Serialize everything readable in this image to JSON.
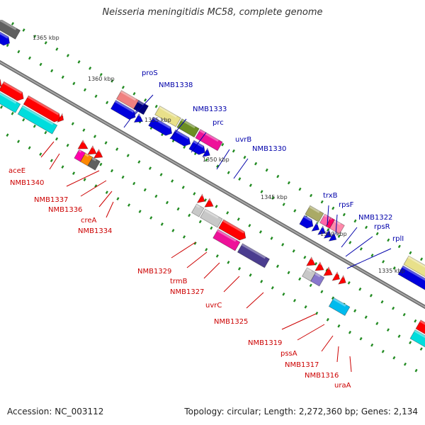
{
  "title": "Neisseria meningitidis MC58, complete genome",
  "footer": {
    "accession": "Accession: NC_003112",
    "topology": "Topology: circular; Length: 2,272,360 bp; Genes: 2,134"
  },
  "colors": {
    "forward_label": "#0000aa",
    "reverse_label": "#cc0000",
    "backbone": "#808080",
    "tick": "#228b22"
  },
  "tick_labels": [
    "1365 kbp",
    "1360 kbp",
    "1355 kbp",
    "1350 kbp",
    "1345 kbp",
    "1340 kbp",
    "1335 kbp"
  ],
  "forward_labels": [
    "proS",
    "NMB1338",
    "NMB1333",
    "prc",
    "uvrB",
    "NMB1330",
    "trxB",
    "rpsF",
    "NMB1322",
    "rpsR",
    "rplI"
  ],
  "reverse_labels": [
    "aceE",
    "NMB1340",
    "NMB1337",
    "NMB1336",
    "creA",
    "NMB1334",
    "NMB1329",
    "trmB",
    "NMB1327",
    "uvrC",
    "NMB1325",
    "NMB1319",
    "pssA",
    "NMB1317",
    "NMB1316",
    "uraA"
  ]
}
